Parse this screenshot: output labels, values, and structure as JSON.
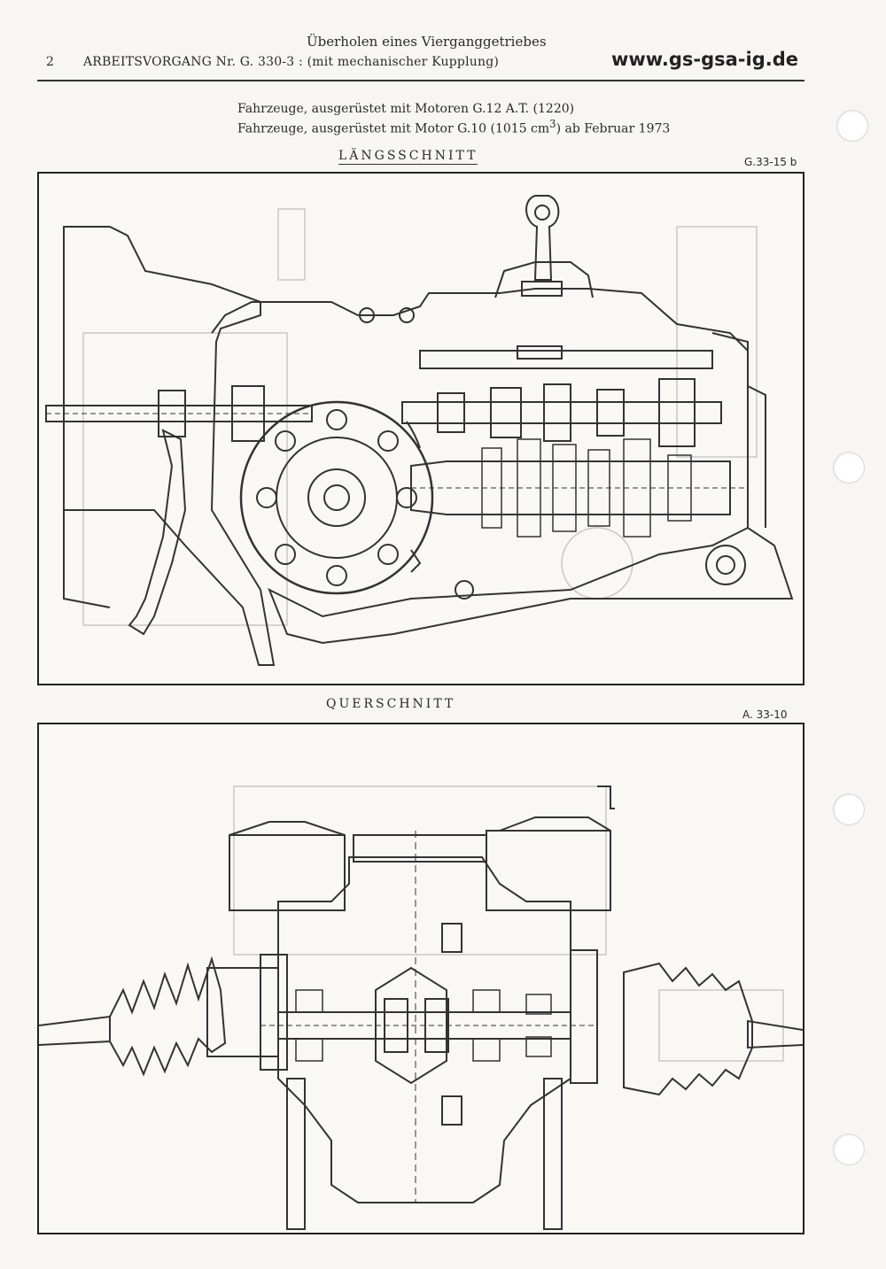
{
  "header": {
    "title": "Überholen eines Vierganggetriebes",
    "page_number": "2",
    "operation_prefix": "ARBEITSVORGANG Nr.",
    "operation_number": "G. 330-3 :",
    "operation_detail": "(mit mechanischer Kupplung)",
    "website": "www.gs-gsa-ig.de"
  },
  "vehicles": {
    "line1": "Fahrzeuge, ausgerüstet mit Motoren G.12 A.T. (1220)",
    "line2_pre": "Fahrzeuge, ausgerüstet mit Motor G.10 (1015 cm",
    "line2_sup": "3",
    "line2_post": ") ab Februar 1973"
  },
  "sections": {
    "longitudinal": {
      "title": "LÄNGSSCHNITT",
      "ref": "G.33-15 b"
    },
    "cross": {
      "title": "QUERSCHNITT",
      "ref": "A. 33-10"
    }
  }
}
